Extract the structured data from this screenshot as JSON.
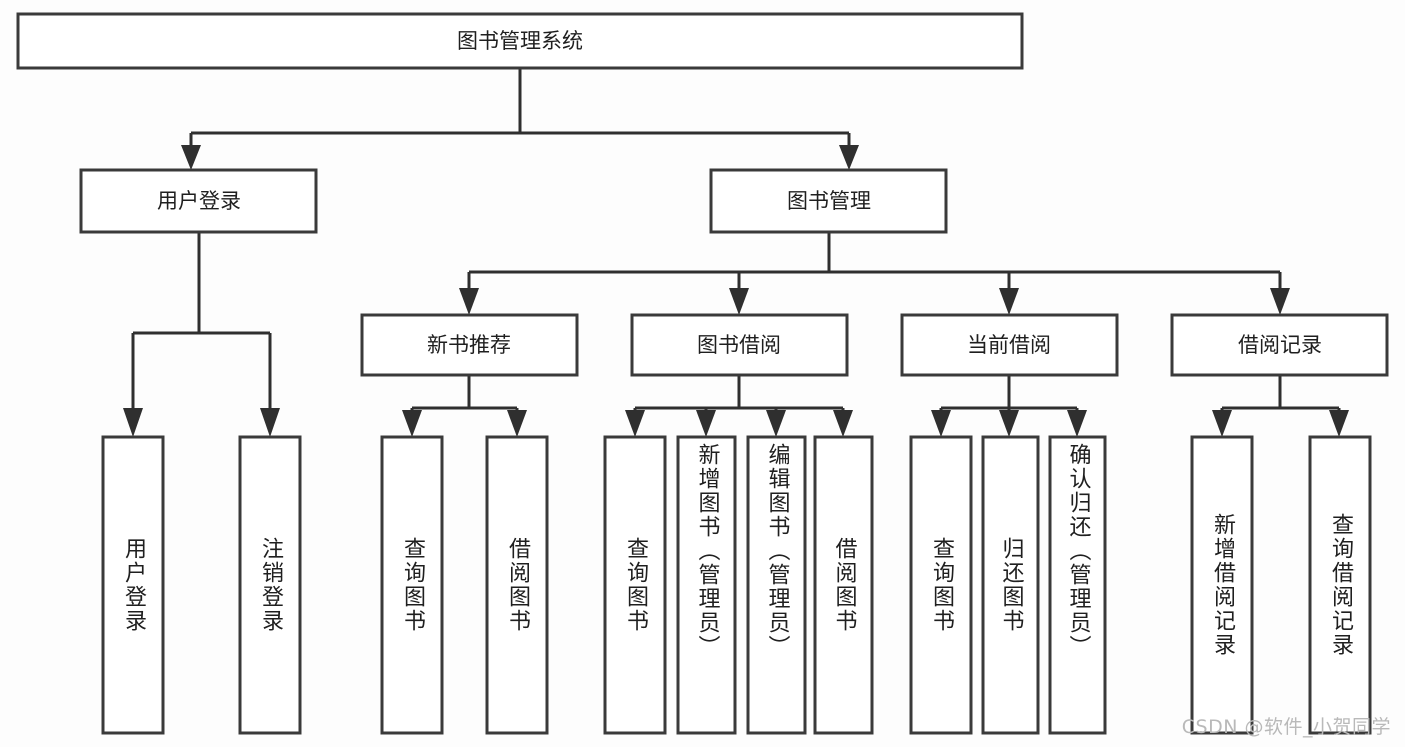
{
  "diagram": {
    "title": "图书管理系统",
    "type": "tree",
    "watermark": "CSDN @软件_小贺同学",
    "stroke_color": "#2f2f2f",
    "box_fill": "#ffffff",
    "background": "#fdfdfd",
    "levels": {
      "root": {
        "label": "图书管理系统"
      },
      "level2": [
        {
          "id": "user-login",
          "label": "用户登录"
        },
        {
          "id": "book-manage",
          "label": "图书管理"
        }
      ],
      "level3": [
        {
          "id": "new-book-recommend",
          "label": "新书推荐"
        },
        {
          "id": "book-borrow",
          "label": "图书借阅"
        },
        {
          "id": "current-borrow",
          "label": "当前借阅"
        },
        {
          "id": "borrow-record",
          "label": "借阅记录"
        }
      ],
      "leaves": {
        "user-login": [
          {
            "id": "leaf-user-login",
            "label": "用户登录"
          },
          {
            "id": "leaf-logout-login",
            "label": "注销登录"
          }
        ],
        "new-book-recommend": [
          {
            "id": "leaf-query-book-1",
            "label": "查询图书"
          },
          {
            "id": "leaf-borrow-book-1",
            "label": "借阅图书"
          }
        ],
        "book-borrow": [
          {
            "id": "leaf-query-book-2",
            "label": "查询图书"
          },
          {
            "id": "leaf-add-book",
            "label": "新增图书（管理员）"
          },
          {
            "id": "leaf-edit-book",
            "label": "编辑图书（管理员）"
          },
          {
            "id": "leaf-borrow-book-2",
            "label": "借阅图书"
          }
        ],
        "current-borrow": [
          {
            "id": "leaf-query-book-3",
            "label": "查询图书"
          },
          {
            "id": "leaf-return-book",
            "label": "归还图书"
          },
          {
            "id": "leaf-confirm-return",
            "label": "确认归还（管理员）"
          }
        ],
        "borrow-record": [
          {
            "id": "leaf-add-record",
            "label": "新增借阅记录"
          },
          {
            "id": "leaf-query-record",
            "label": "查询借阅记录"
          }
        ]
      }
    }
  }
}
